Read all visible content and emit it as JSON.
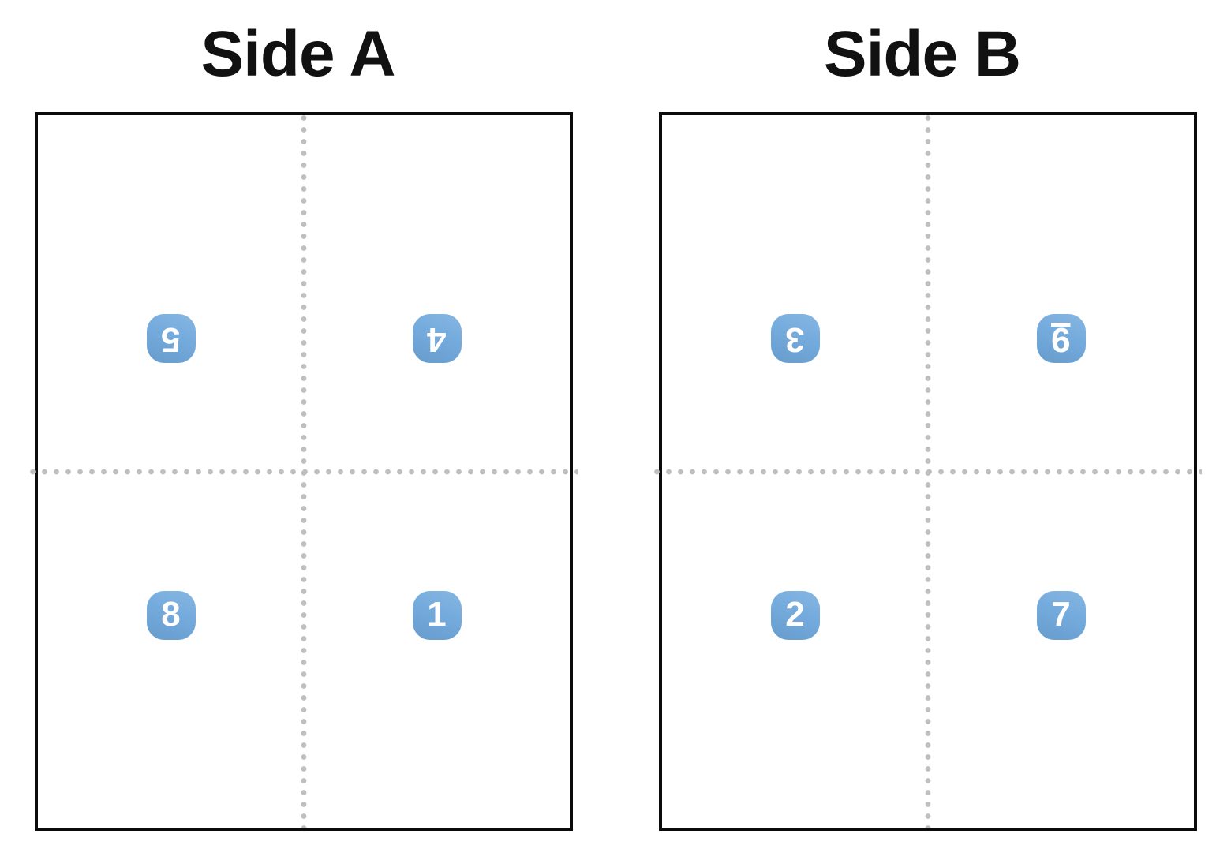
{
  "page": {
    "background_color": "#ffffff",
    "border_color": "#0b0b0b",
    "guide_color": "#bfbfbf",
    "badge_color": "#6fa8dc",
    "badge_text_color": "#ffffff"
  },
  "panels": [
    {
      "id": "side-a",
      "title": "Side A",
      "quadrants": [
        {
          "position": "top-left",
          "badge": "5",
          "rotated": true,
          "underlined": false
        },
        {
          "position": "top-right",
          "badge": "4",
          "rotated": true,
          "underlined": false
        },
        {
          "position": "bottom-left",
          "badge": "8",
          "rotated": false,
          "underlined": false
        },
        {
          "position": "bottom-right",
          "badge": "1",
          "rotated": false,
          "underlined": false
        }
      ]
    },
    {
      "id": "side-b",
      "title": "Side B",
      "quadrants": [
        {
          "position": "top-left",
          "badge": "3",
          "rotated": true,
          "underlined": false
        },
        {
          "position": "top-right",
          "badge": "9",
          "rotated": true,
          "underlined": true
        },
        {
          "position": "bottom-left",
          "badge": "2",
          "rotated": false,
          "underlined": false
        },
        {
          "position": "bottom-right",
          "badge": "7",
          "rotated": false,
          "underlined": false
        }
      ]
    }
  ]
}
